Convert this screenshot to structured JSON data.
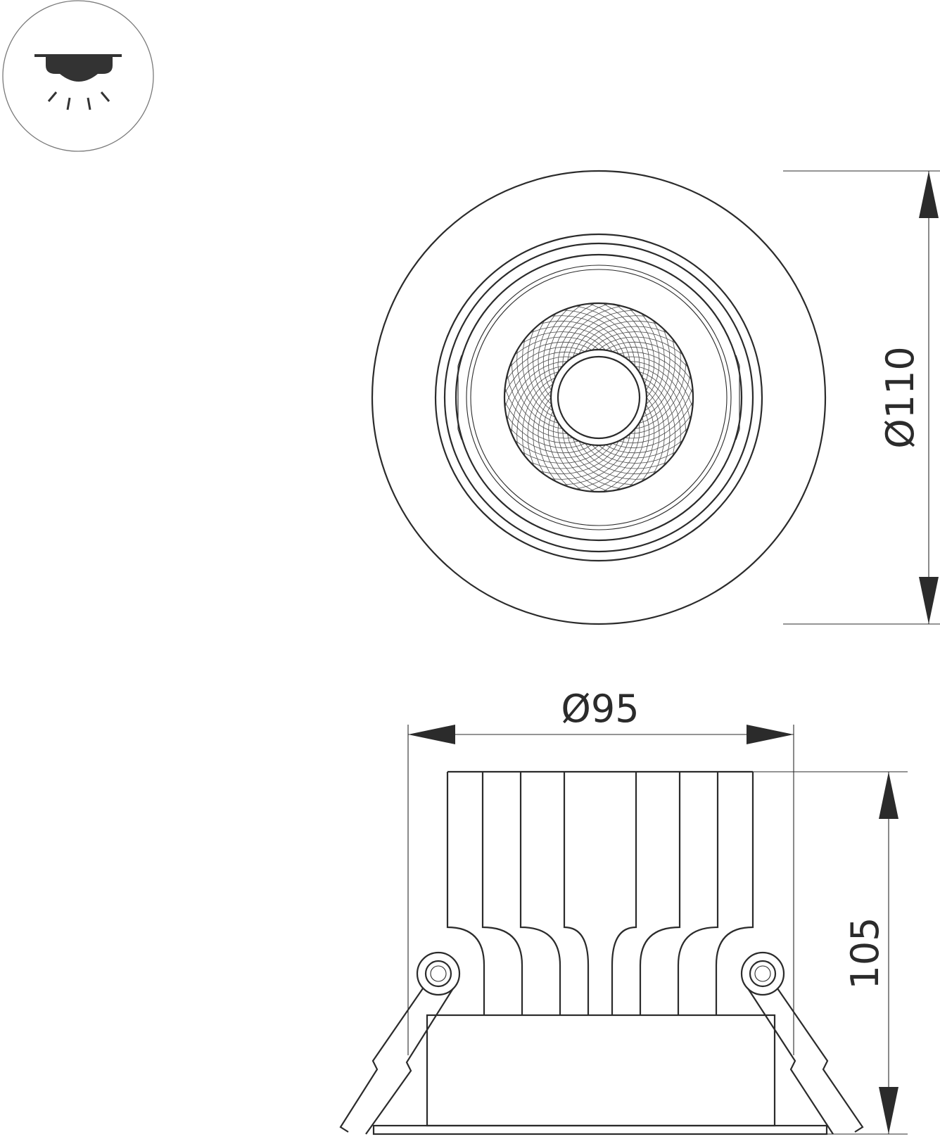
{
  "icon": "recessed-downlight-icon",
  "dimensions": {
    "outer_diameter": "Ø110",
    "cutout_diameter": "Ø95",
    "height": "105"
  },
  "colors": {
    "line": "#2b2b2b",
    "icon_circle": "#7a7a7a",
    "background": "#ffffff"
  }
}
